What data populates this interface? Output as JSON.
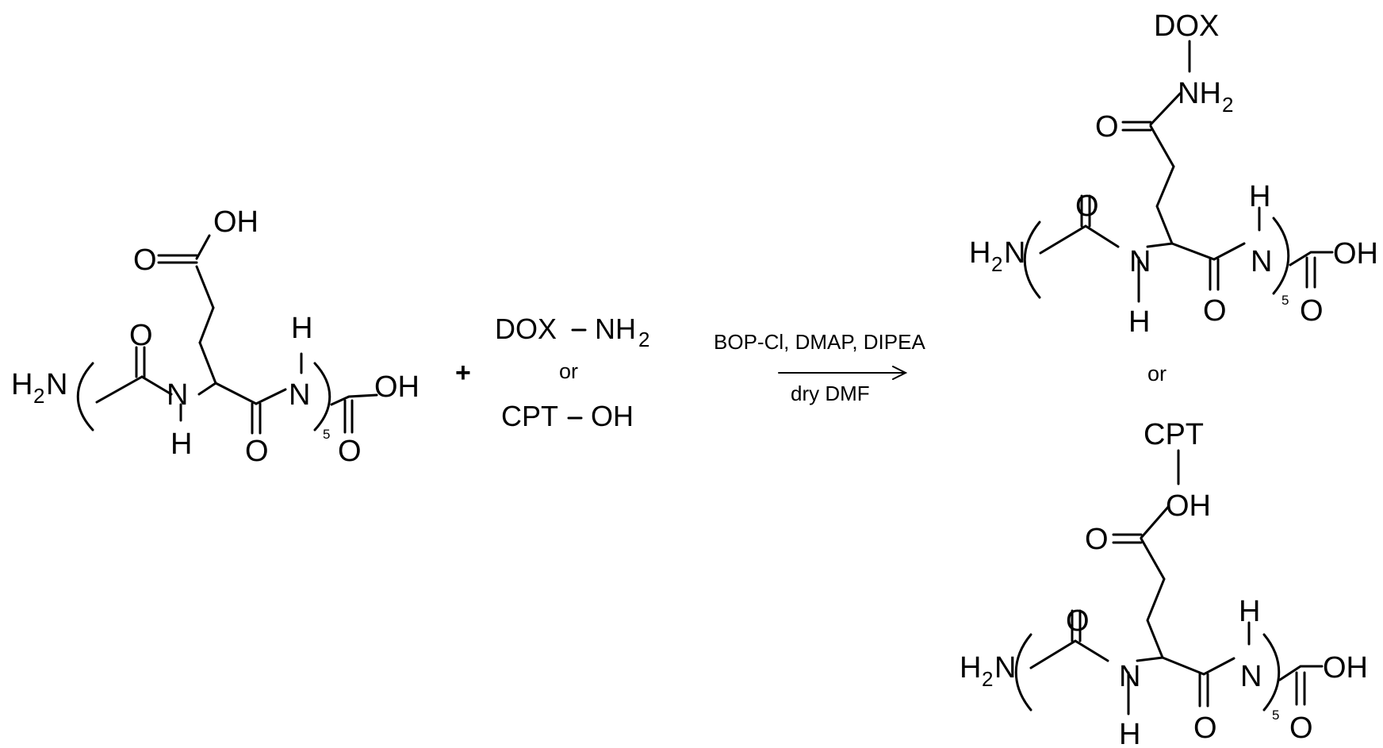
{
  "reactant": {
    "nh2": "H",
    "nh2_sub": "2",
    "nh2_n": "N",
    "amide_n1": "N",
    "amide_h1": "H",
    "amide_n2": "N",
    "amide_h2": "H",
    "o_gly": "O",
    "o_amide": "O",
    "o_acid": "O",
    "oh_acid": "OH",
    "o_side": "O",
    "oh_side": "OH",
    "repeat": "5"
  },
  "plus": "+",
  "reagents": {
    "dox": "DOX",
    "dox_group": "NH",
    "dox_sub": "2",
    "or": "or",
    "cpt": "CPT",
    "cpt_group": "OH"
  },
  "arrow": {
    "above": "BOP-Cl, DMAP, DIPEA",
    "below": "dry DMF"
  },
  "product_dox": {
    "drug": "DOX",
    "link": "NH",
    "link_sub": "2",
    "o_side": "O",
    "nh2": "H",
    "nh2_sub": "2",
    "nh2_n": "N",
    "amide_n1": "N",
    "amide_h1": "H",
    "amide_n2": "N",
    "amide_h2": "H",
    "o_gly": "O",
    "o_amide": "O",
    "o_acid": "O",
    "oh_acid": "OH",
    "repeat": "5"
  },
  "or_between": "or",
  "product_cpt": {
    "drug": "CPT",
    "link": "OH",
    "o_side": "O",
    "nh2": "H",
    "nh2_sub": "2",
    "nh2_n": "N",
    "amide_n1": "N",
    "amide_h1": "H",
    "amide_n2": "N",
    "amide_h2": "H",
    "o_gly": "O",
    "o_amide": "O",
    "o_acid": "O",
    "oh_acid": "OH",
    "repeat": "5"
  }
}
